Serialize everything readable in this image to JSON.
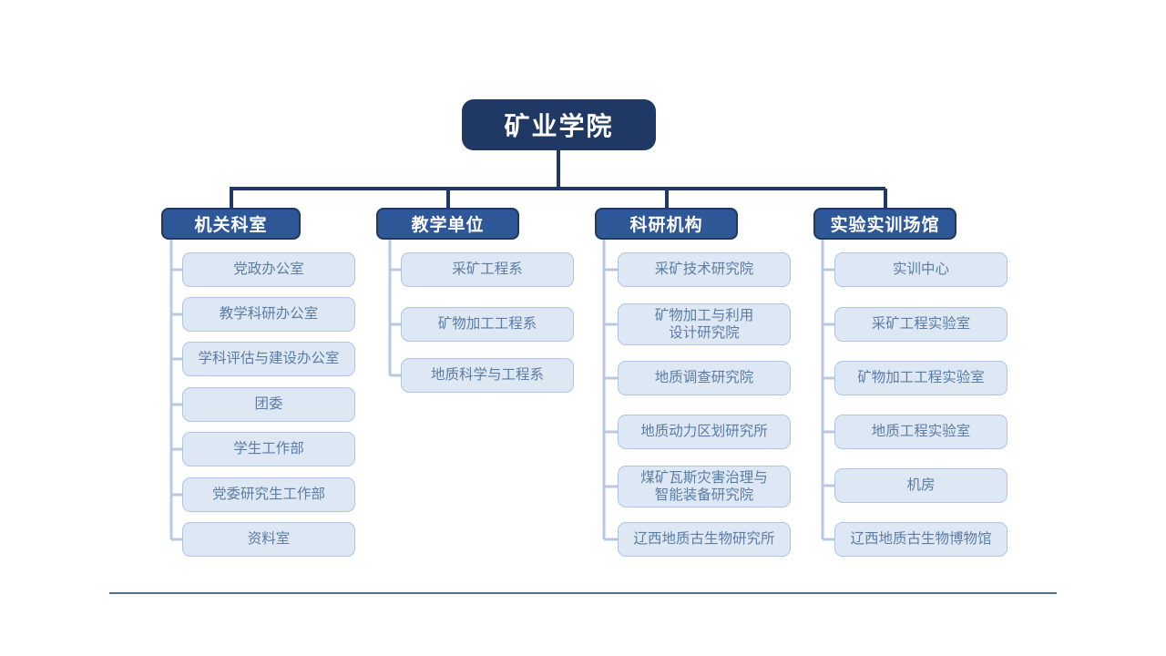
{
  "root": {
    "label": "矿业学院"
  },
  "branches": [
    {
      "label": "机关科室",
      "children": [
        "党政办公室",
        "教学科研办公室",
        "学科评估与建设办公室",
        "团委",
        "学生工作部",
        "党委研究生工作部",
        "资料室"
      ]
    },
    {
      "label": "教学单位",
      "children": [
        "采矿工程系",
        "矿物加工工程系",
        "地质科学与工程系"
      ]
    },
    {
      "label": "科研机构",
      "children": [
        "采矿技术研究院",
        "矿物加工与利用\n设计研究院",
        "地质调查研究院",
        "地质动力区划研究所",
        "煤矿瓦斯灾害治理与\n智能装备研究院",
        "辽西地质古生物研究所"
      ]
    },
    {
      "label": "实验实训场馆",
      "children": [
        "实训中心",
        "采矿工程实验室",
        "矿物加工工程实验室",
        "地质工程实验室",
        "机房",
        "辽西地质古生物博物馆"
      ]
    }
  ],
  "colors": {
    "root_fill": "#1F3864",
    "header_fill": "#2E5797",
    "header_border": "#1F3864",
    "child_fill": "#DEE8F5",
    "child_border": "#AEC6E1",
    "child_text": "#5B7CA3",
    "dark_connector": "#1F3864",
    "light_connector": "#B7C9E2",
    "divider": "#4E7390"
  }
}
